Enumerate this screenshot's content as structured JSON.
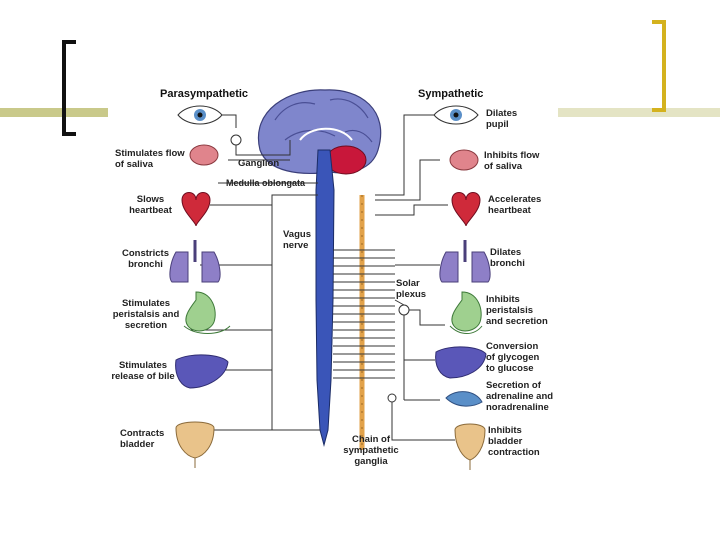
{
  "slide": {
    "accent_color": "#c9c98a",
    "bracket_color": "#d4b21e"
  },
  "diagram": {
    "headers": {
      "parasympathetic": "Parasympathetic",
      "sympathetic": "Sympathetic"
    },
    "center_labels": {
      "ganglion": "Ganglion",
      "medulla": "Medulla oblongata",
      "vagus": "Vagus nerve",
      "solar": "Solar plexus",
      "chain": "Chain of sympathetic ganglia"
    },
    "left_effects": [
      "Stimulates flow of saliva",
      "Slows heartbeat",
      "Constricts bronchi",
      "Stimulates peristalsis and secretion",
      "Stimulates release of bile",
      "Contracts bladder"
    ],
    "right_effects": [
      "Dilates pupil",
      "Inhibits flow of saliva",
      "Accelerates heartbeat",
      "Dilates bronchi",
      "Inhibits peristalsis and secretion",
      "Conversion of glycogen to glucose",
      "Secretion of adrenaline and noradrenaline",
      "Inhibits bladder contraction"
    ],
    "colors": {
      "brain": "#7f86cc",
      "cerebellum": "#c8173a",
      "spinal_cord": "#3a55b8",
      "chain": "#e2a24a",
      "heart": "#cf2a3a",
      "lungs": "#8e7fc7",
      "stomach": "#9fd08f",
      "liver": "#5a57b8",
      "bladder": "#e9c38a",
      "saliva_gland": "#e0848c",
      "eye": "#5a8fc8",
      "nerve_line": "#333333"
    }
  }
}
